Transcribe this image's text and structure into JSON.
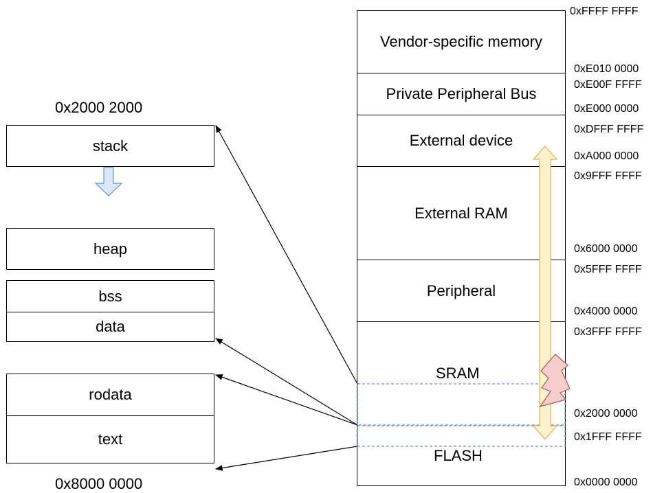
{
  "left": {
    "top_address": "0x2000 2000",
    "bottom_address": "0x8000 0000",
    "stack": "stack",
    "heap": "heap",
    "bss": "bss",
    "data": "data",
    "rodata": "rodata",
    "text": "text"
  },
  "memory_map": {
    "regions": [
      "Vendor-specific memory",
      "Private Peripheral Bus",
      "External device",
      "External RAM",
      "Peripheral",
      "SRAM",
      "FLASH"
    ],
    "addresses": [
      "0xFFFF FFFF",
      "0xE010 0000",
      "0xE00F FFFF",
      "0xE000 0000",
      "0xDFFF FFFF",
      "0xA000 0000",
      "0x9FFF FFFF",
      "0x6000 0000",
      "0x5FFF FFFF",
      "0x4000 0000",
      "0x3FFF FFFF",
      "0x2000 0000",
      "0x1FFF FFFF",
      "0x0000 0000"
    ]
  },
  "colors": {
    "stack_arrow_fill": "#dae8fc",
    "stack_arrow_stroke": "#6c8ebf",
    "range_arrow_fill": "#fff2cc",
    "range_arrow_stroke": "#d6b656",
    "lightning_fill": "#f8cecc",
    "lightning_stroke": "#b85450",
    "dashed_box": "#6c8ebf"
  }
}
